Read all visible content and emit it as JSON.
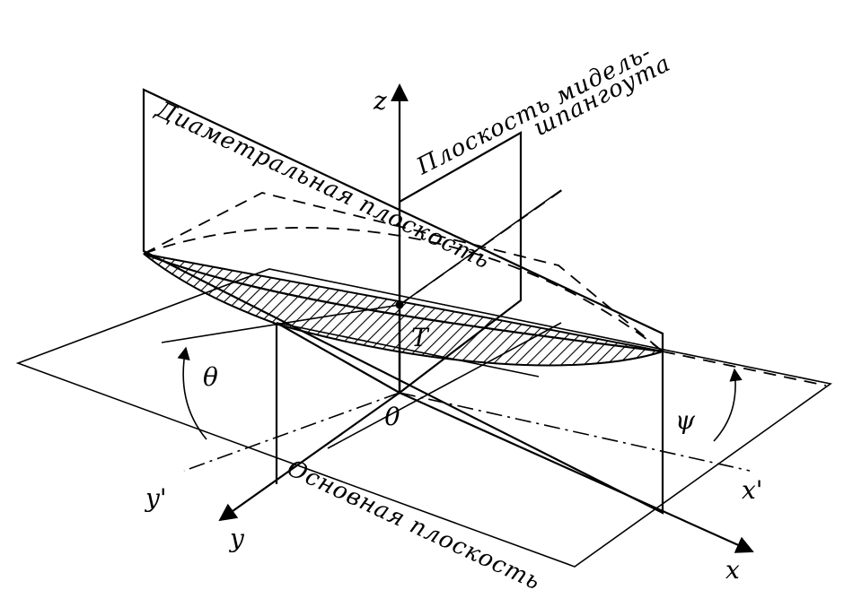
{
  "planes": {
    "diametral": "Диаметральная плоскость",
    "midship_line1": "Плоскость мидель-",
    "midship_line2": "шпангоута",
    "base": "Основная плоскость"
  },
  "axes": {
    "z": "z",
    "x": "x",
    "y": "y",
    "x_prime": "x'",
    "y_prime": "y'",
    "origin": "0"
  },
  "angles": {
    "theta": "θ",
    "psi": "ψ"
  },
  "point": {
    "T": "T"
  },
  "colors": {
    "ink": "#000000",
    "paper": "#ffffff"
  }
}
